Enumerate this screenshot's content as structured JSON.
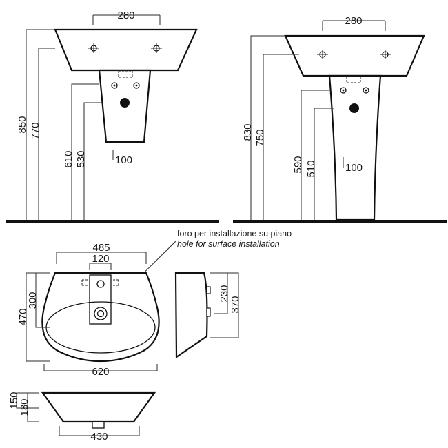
{
  "wall_hung_view": {
    "dims": {
      "top_width": "280",
      "total_height": "850",
      "rim_height": "770",
      "pedestal_top_height": "610",
      "pedestal_bottom_height": "530",
      "pedestal_width": "100"
    }
  },
  "pedestal_view": {
    "dims": {
      "top_width": "280",
      "total_height": "830",
      "rim_height": "750",
      "upper_height": "590",
      "lower_height": "510",
      "base_width": "100"
    }
  },
  "plan_view": {
    "note_it": "foro per installazione su piano",
    "note_en": "hole for surface installation",
    "dims": {
      "inner_width": "485",
      "hole_spacing": "120",
      "total_width": "620",
      "total_depth": "470",
      "back_depth": "300"
    }
  },
  "side_view": {
    "dims": {
      "upper": "230",
      "total": "370"
    }
  },
  "countertop_view": {
    "dims": {
      "small": "150",
      "height": "180",
      "base_width": "430"
    }
  },
  "colors": {
    "line": "#111111",
    "background": "#ffffff"
  }
}
